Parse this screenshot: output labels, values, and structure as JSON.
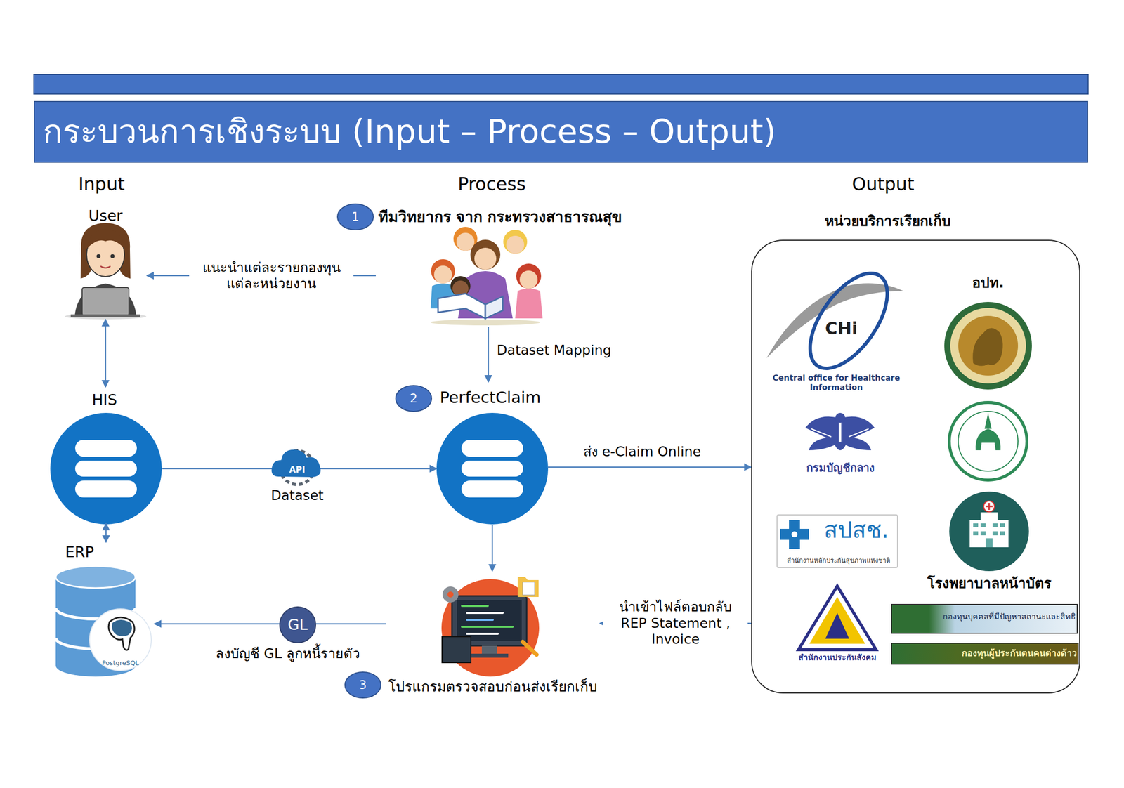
{
  "diagram": {
    "title": "กระบวนการเชิงระบบ (Input – Process – Output)",
    "nodes": [
      {
        "text": [
          "User"
        ]
      },
      {
        "text": [
          "ทีมวิทยากร จาก กระทรวงสาธารณสุข"
        ]
      },
      {
        "text": [
          "หน่วยบริการเรียกเก็บ"
        ]
      },
      {
        "text": [
          "CHi",
          "Central office for Healthcare Information"
        ],
        "in": 2
      },
      {
        "text": [
          "อปท."
        ],
        "in": 2
      },
      {
        "text": [
          "กรมบัญชีกลาง"
        ],
        "in": 2
      },
      {
        "text": [
          "สปสช.",
          "สำนักงานหลักประกันสุขภาพแห่งชาติ"
        ],
        "in": 2
      },
      {
        "text": [
          "โรงพยาบาลหน้าบัตร"
        ],
        "in": 2
      },
      {
        "text": [
          "สำนักงานประกันสังคม"
        ],
        "in": 2
      },
      {
        "text": [
          "กองทุนบุคคลที่มีปัญหาสถานะและสิทธิ"
        ],
        "in": 2
      },
      {
        "text": [
          "กองทุนผู้ประกันตนคนต่างด้าว"
        ],
        "in": 2
      },
      {
        "text": [
          "HIS"
        ]
      },
      {
        "text": [
          "PerfectClaim"
        ]
      },
      {
        "text": [
          "ERP",
          "PostgreSQL"
        ]
      },
      {
        "text": [
          "โปรแกรมตรวจสอบก่อนส่งเรียกเก็บ"
        ]
      }
    ],
    "edges": [
      {
        "from": 1,
        "to": 0,
        "label": "แนะนำแต่ละรายกองทุน แต่ละหน่วยงาน",
        "arrow": "to"
      },
      {
        "from": 0,
        "to": 11,
        "arrow": "both"
      },
      {
        "from": 1,
        "to": 12,
        "label": "Dataset Mapping",
        "arrow": "to"
      },
      {
        "from": 11,
        "to": 12,
        "label": "Dataset",
        "arrow": "to"
      },
      {
        "from": 11,
        "to": 13,
        "arrow": "both"
      },
      {
        "from": 12,
        "to": 2,
        "label": "ส่ง e-Claim Online",
        "arrow": "to"
      },
      {
        "from": 12,
        "to": 14,
        "arrow": "to"
      },
      {
        "from": 2,
        "to": 14,
        "label": "นำเข้าไฟล์ตอบกลับ REP Statement , Invoice",
        "arrow": "to"
      },
      {
        "from": 14,
        "to": 13,
        "label": "ลงบัญชี GL ลูกหนี้รายตัว",
        "arrow": "to"
      }
    ],
    "labels": [
      "Input",
      "Process",
      "Output",
      "1",
      "2",
      "3",
      "API",
      "GL"
    ]
  }
}
